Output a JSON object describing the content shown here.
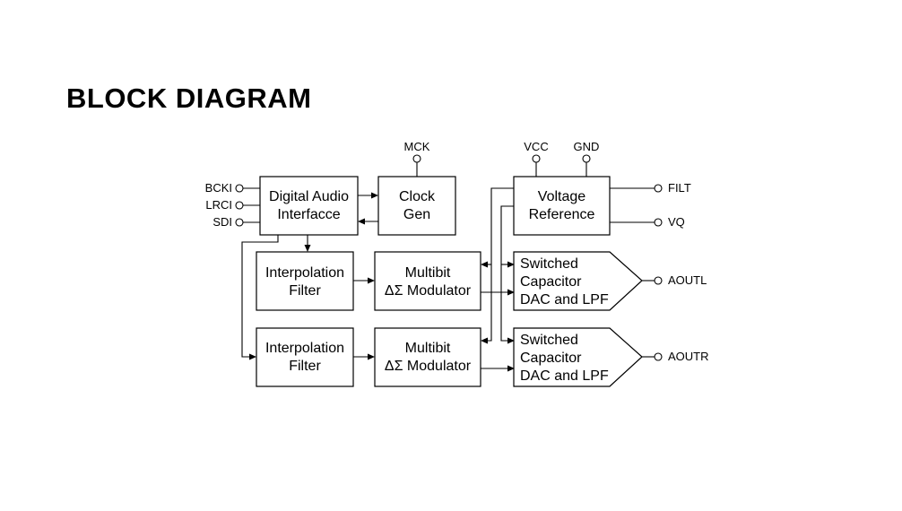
{
  "title": "BLOCK DIAGRAM",
  "blocks": {
    "dai": {
      "line1": "Digital Audio",
      "line2": "Interfacce"
    },
    "clock": {
      "line1": "Clock",
      "line2": "Gen"
    },
    "vref": {
      "line1": "Voltage",
      "line2": "Reference"
    },
    "interp1": {
      "line1": "Interpolation",
      "line2": "Filter"
    },
    "interp2": {
      "line1": "Interpolation",
      "line2": "Filter"
    },
    "mod1": {
      "line1": "Multibit",
      "line2": "ΔΣ Modulator"
    },
    "mod2": {
      "line1": "Multibit",
      "line2": "ΔΣ Modulator"
    },
    "dac1": {
      "line1": "Switched",
      "line2": "Capacitor",
      "line3": "DAC and LPF"
    },
    "dac2": {
      "line1": "Switched",
      "line2": "Capacitor",
      "line3": "DAC and LPF"
    }
  },
  "pins": {
    "bcki": "BCKI",
    "lrci": "LRCI",
    "sdi": "SDI",
    "mck": "MCK",
    "vcc": "VCC",
    "gnd": "GND",
    "filt": "FILT",
    "vq": "VQ",
    "aoutl": "AOUTL",
    "aoutr": "AOUTR"
  }
}
